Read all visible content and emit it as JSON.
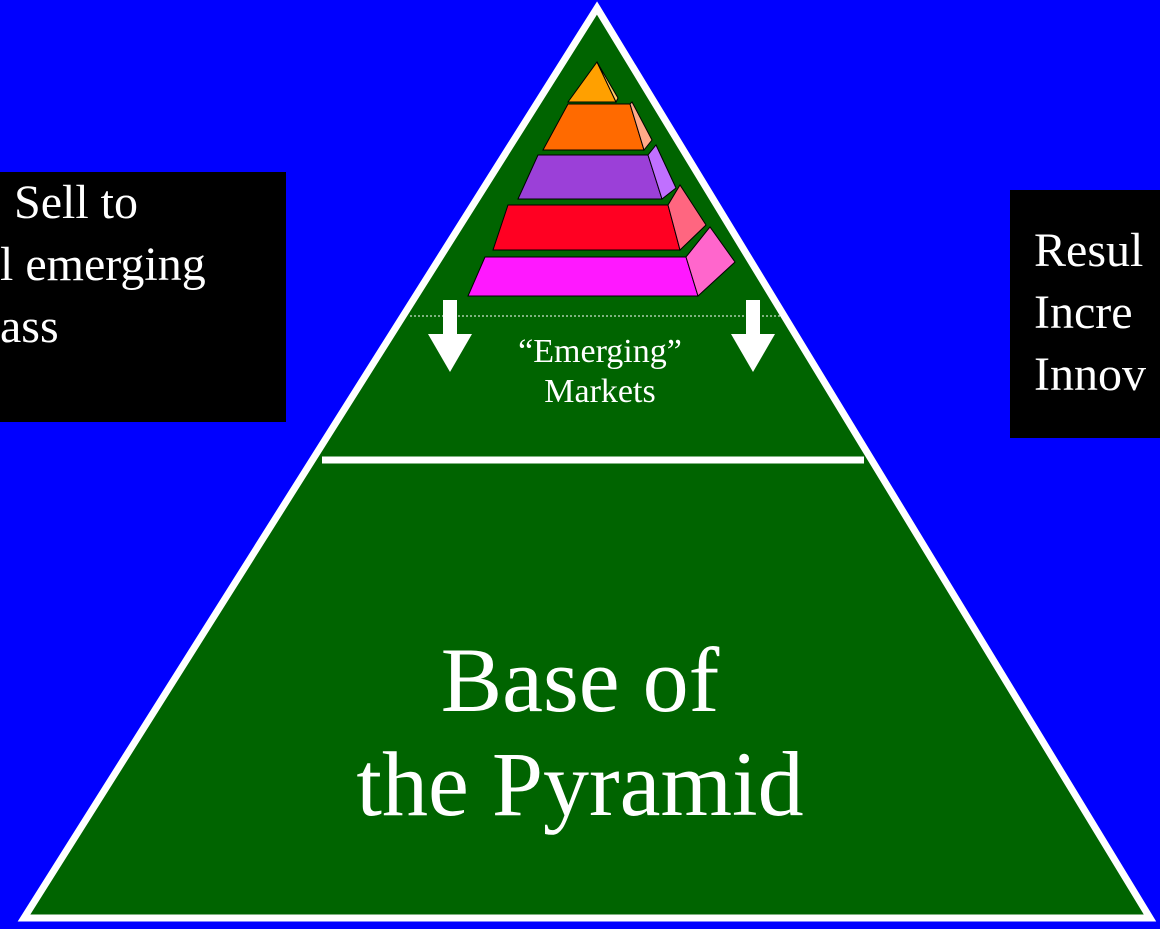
{
  "left_callout": {
    "lines": [
      "Sell to",
      "l emerging",
      "ass"
    ]
  },
  "right_callout": {
    "lines": [
      "Resul",
      "Incre",
      "Innov"
    ]
  },
  "pyramid": {
    "emerging_label_line1": "“Emerging”",
    "emerging_label_line2": "Markets",
    "base_label_line1": "Base of",
    "base_label_line2": "the Pyramid"
  },
  "colors": {
    "background": "#0000ff",
    "pyramid_fill": "#006400",
    "outline": "#ffffff",
    "callout_bg": "#000000",
    "tier_colors": [
      "#ffa000",
      "#ff6a00",
      "#9b40d8",
      "#ff0022",
      "#ff18ff"
    ]
  }
}
